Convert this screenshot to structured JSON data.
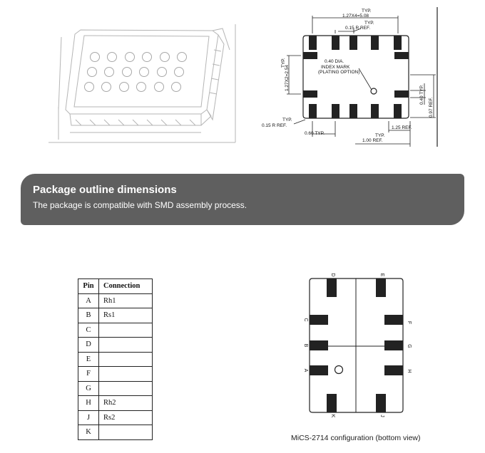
{
  "package_section": {
    "title": "Package outline dimensions",
    "subtitle": "The package is compatible with SMD assembly process."
  },
  "dimension_drawing": {
    "labels": {
      "pitch_x_top": "TYP.",
      "pitch_x": "1.27X4=5.08",
      "radius_top_typ": "TYP.",
      "radius_top": "0.15 R REF.",
      "index_dia": "0.40 DIA.",
      "index_mark": "INDEX MARK",
      "plating_option": "(PLATING OPTION)",
      "pitch_y_typ": "TYP.",
      "pitch_y": "1.27X2=2.54",
      "radius_bottom_typ": "TYP.",
      "radius_bottom": "0.15 R REF.",
      "pad_space": "0.60 TYP.",
      "right_dim": "1.25 REF.",
      "bottom_typ": "TYP.",
      "bottom_dim": "1.00 REF.",
      "pad_dim_v1": "0.40 TYP.",
      "pad_dim_v2": "0.97 REF."
    }
  },
  "pin_table": {
    "headers": [
      "Pin",
      "Connection"
    ],
    "rows": [
      {
        "pin": "A",
        "connection": "Rh1"
      },
      {
        "pin": "B",
        "connection": "Rs1"
      },
      {
        "pin": "C",
        "connection": ""
      },
      {
        "pin": "D",
        "connection": ""
      },
      {
        "pin": "E",
        "connection": ""
      },
      {
        "pin": "F",
        "connection": ""
      },
      {
        "pin": "G",
        "connection": ""
      },
      {
        "pin": "H",
        "connection": "Rh2"
      },
      {
        "pin": "J",
        "connection": "Rs2"
      },
      {
        "pin": "K",
        "connection": ""
      }
    ]
  },
  "configuration": {
    "caption": "MiCS-2714 configuration (bottom view)",
    "pin_letters": {
      "d": "D",
      "e": "E",
      "c": "C",
      "f": "F",
      "b": "B",
      "g": "G",
      "a": "A",
      "h": "H",
      "k": "K",
      "j": "J"
    }
  }
}
